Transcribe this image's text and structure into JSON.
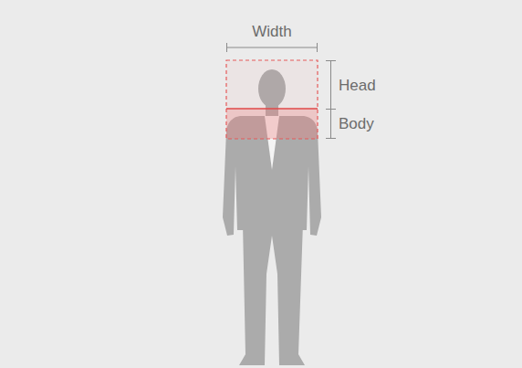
{
  "diagram": {
    "labels": [
      "Width",
      "Head",
      "Body"
    ]
  }
}
